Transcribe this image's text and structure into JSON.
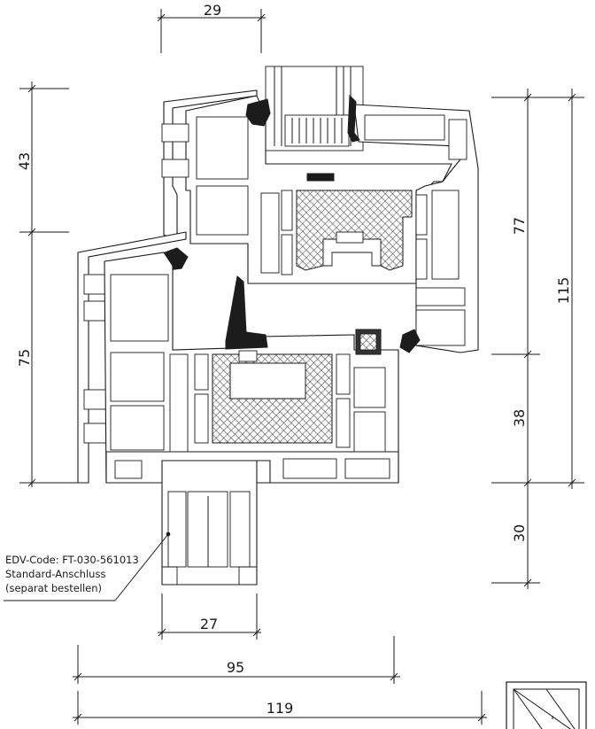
{
  "dimensions": {
    "top_width": "29",
    "left_upper": "43",
    "left_lower": "75",
    "right_upper": "77",
    "right_total": "115",
    "right_middle": "38",
    "right_bottom": "30",
    "bottom_profile": "27",
    "bottom_mid": "95",
    "bottom_total": "119"
  },
  "note": {
    "line1": "EDV-Code: FT-030-561013",
    "line2": "Standard-Anschluss",
    "line3": "(separat bestellen)"
  }
}
